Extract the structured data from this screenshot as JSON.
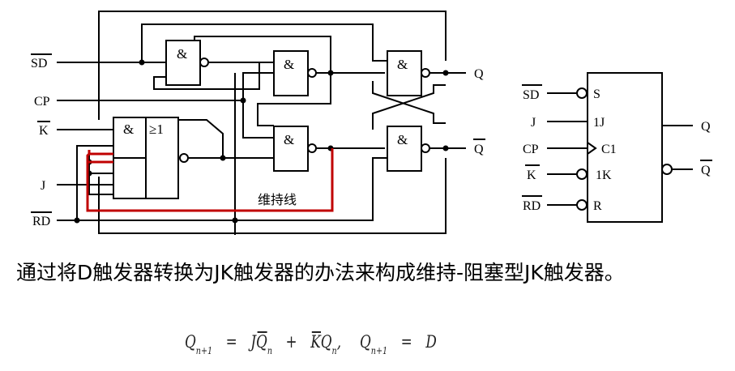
{
  "left_circuit": {
    "inputs": {
      "sd": "SD",
      "cp": "CP",
      "k": "K",
      "j": "J",
      "rd": "RD"
    },
    "outputs": {
      "q": "Q",
      "q_bar": "Q"
    },
    "gate_and": "&",
    "gate_or": "≥1",
    "hold_line_label": "维持线"
  },
  "right_symbol": {
    "pins_left": {
      "sd": "SD",
      "j": "J",
      "cp": "CP",
      "k": "K",
      "rd": "RD"
    },
    "pins_inside": {
      "s": "S",
      "j": "1J",
      "c": "C1",
      "k": "1K",
      "r": "R"
    },
    "outputs": {
      "q": "Q",
      "q_bar": "Q"
    }
  },
  "description": "通过将D触发器转换为JK触发器的办法来构成维持-阻塞型JK触发器。",
  "formula": {
    "q1": "Q",
    "sub1": "n+1",
    "eq1": "=",
    "j": "J",
    "qbar": "Q",
    "subn1": "n",
    "plus": "+",
    "kbar": "K",
    "q2": "Q",
    "subn2": "n",
    "comma": ",",
    "q3": "Q",
    "sub3": "n+1",
    "eq2": "=",
    "d": "D"
  },
  "colors": {
    "wire": "#000000",
    "hold_line": "#c00000"
  }
}
